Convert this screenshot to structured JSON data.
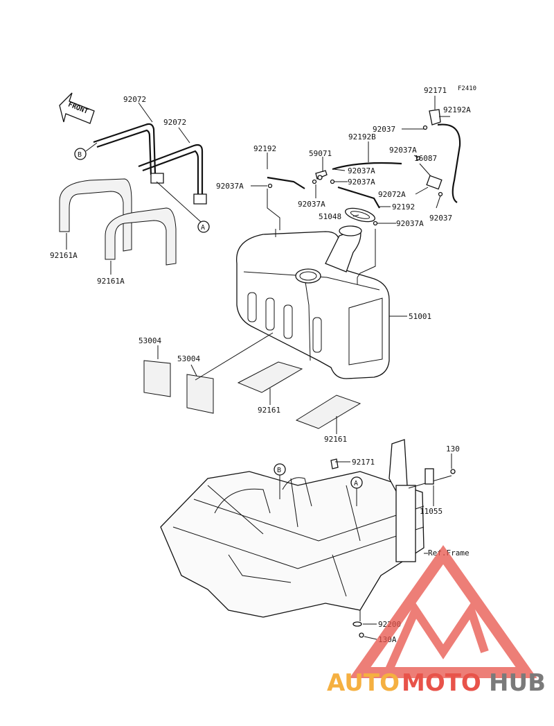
{
  "diagram": {
    "code": "F2410",
    "front_label": "FRONT",
    "callout_a": "A",
    "callout_b": "B",
    "parts": {
      "p92171_top": "92171",
      "p92192A": "92192A",
      "p92037_a": "92037",
      "p92037A_a": "92037A",
      "p16087": "16087",
      "p92192B": "92192B",
      "p59071": "59071",
      "p92037A_b": "92037A",
      "p92037A_c": "92037A",
      "p92072A": "92072A",
      "p92037_b": "92037",
      "p92192_top": "92192",
      "p92037A_left": "92037A",
      "p92037A_d": "92037A",
      "p92192_mid": "92192",
      "p51048": "51048",
      "p92037A_e": "92037A",
      "p92072_a": "92072",
      "p92072_b": "92072",
      "p92161A_a": "92161A",
      "p92161A_b": "92161A",
      "p51001": "51001",
      "p53004_a": "53004",
      "p53004_b": "53004",
      "p92161_a": "92161",
      "p92161_b": "92161",
      "p92171_bot": "92171",
      "p130": "130",
      "p11055": "11055",
      "ref_frame": "Ref.Frame",
      "p92200": "92200",
      "p130A": "130A"
    }
  },
  "watermark": {
    "brand_part1": "AUTO",
    "brand_part2": "MOTO",
    "brand_part3": "HUB",
    "color_orange": "#f5b041",
    "color_red": "#e8534a",
    "color_gray": "#7a7a7a"
  }
}
